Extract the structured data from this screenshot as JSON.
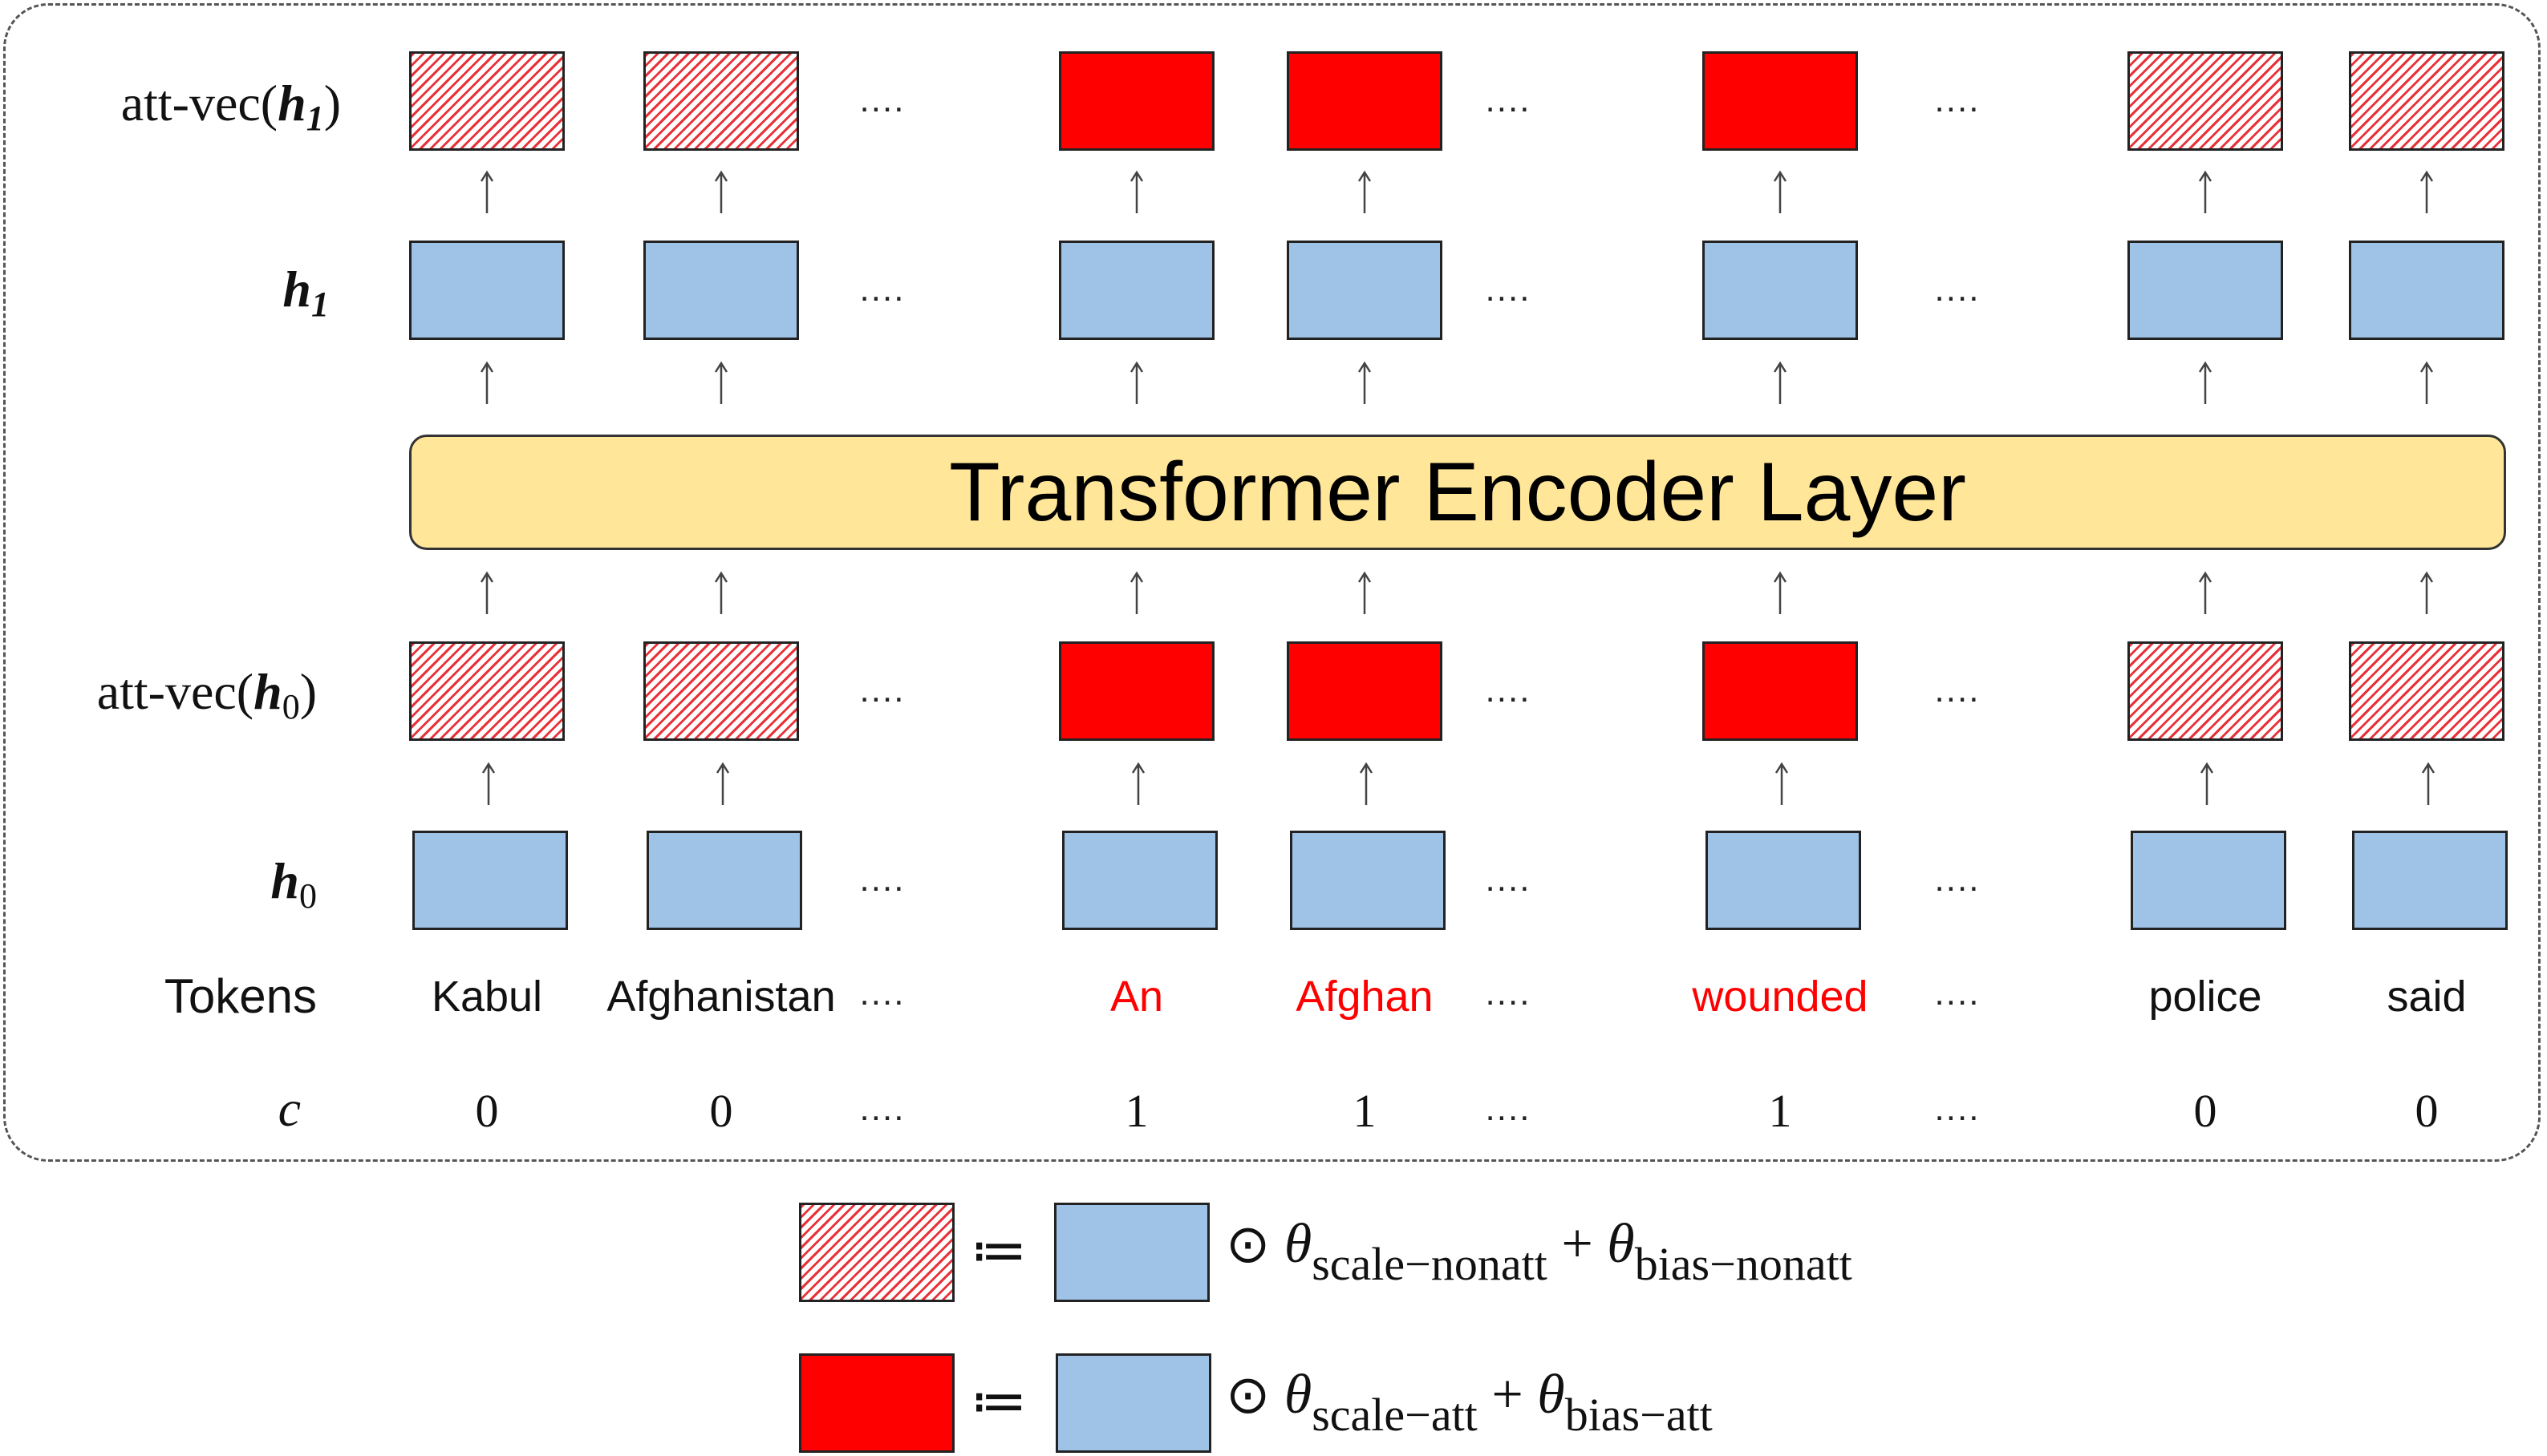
{
  "row_labels": {
    "att_vec_h1_prefix": "att-vec(",
    "att_vec_h1_var": "h",
    "att_vec_h1_sub": "1",
    "att_vec_h1_suffix": ")",
    "h1_var": "h",
    "h1_sub": "1",
    "att_vec_h0_prefix": "att-vec(",
    "att_vec_h0_var": "h",
    "att_vec_h0_sub": "0",
    "att_vec_h0_suffix": ")",
    "h0_var": "h",
    "h0_sub": "0",
    "tokens": "Tokens",
    "c": "c"
  },
  "encoder_label": "Transformer Encoder Layer",
  "ellipsis": "....",
  "tokens": [
    {
      "text": "Kabul",
      "c": "0",
      "attended": false
    },
    {
      "text": "Afghanistan",
      "c": "0",
      "attended": false
    },
    {
      "text": "An",
      "c": "1",
      "attended": true
    },
    {
      "text": "Afghan",
      "c": "1",
      "attended": true
    },
    {
      "text": "wounded",
      "c": "1",
      "attended": true
    },
    {
      "text": "police",
      "c": "0",
      "attended": false
    },
    {
      "text": "said",
      "c": "0",
      "attended": false
    }
  ],
  "legend": {
    "assign_symbol": "≔",
    "odot": "⊙",
    "nonatt": {
      "theta": "θ",
      "scale_sub": "scale−nonatt",
      "plus": "+",
      "bias_sub": "bias−nonatt"
    },
    "att": {
      "theta": "θ",
      "scale_sub": "scale−att",
      "plus": "+",
      "bias_sub": "bias−att"
    }
  },
  "colors": {
    "hidden_fill": "#9fc2e7",
    "attended_fill": "#ff0000",
    "attended_token_text": "#ff0000",
    "non_attended_hatch": "#e8323a",
    "encoder_fill": "#ffe699"
  }
}
